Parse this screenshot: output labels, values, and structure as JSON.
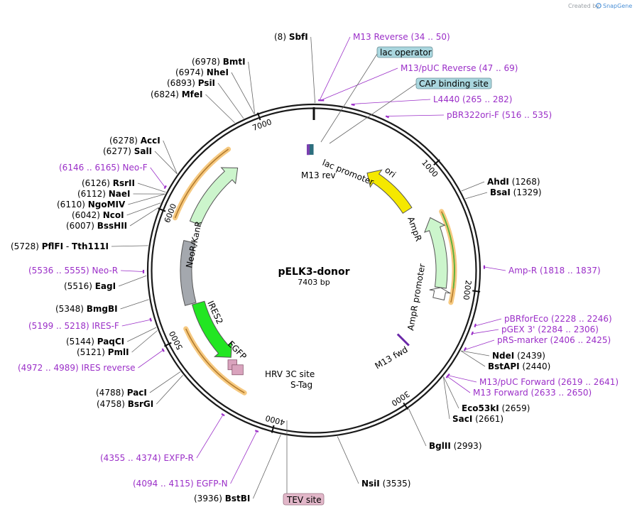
{
  "credit": {
    "prefix": "Created by",
    "brand": "SnapGene"
  },
  "plasmid": {
    "name": "pELK3-donor",
    "length_label": "7403 bp",
    "length": 7403
  },
  "ring_ticks": [
    {
      "pos": 1000,
      "label": "1000"
    },
    {
      "pos": 2000,
      "label": "2000"
    },
    {
      "pos": 3000,
      "label": "3000"
    },
    {
      "pos": 4000,
      "label": "4000"
    },
    {
      "pos": 5000,
      "label": "5000"
    },
    {
      "pos": 6000,
      "label": "6000"
    },
    {
      "pos": 7000,
      "label": "7000"
    }
  ],
  "colors": {
    "ori": "#f5e800",
    "resistance": "#ccf5cc",
    "egfp": "#22e622",
    "ires": "#a4a8ae",
    "promoter": "#ffffff",
    "primer": "#9b2fc8",
    "lac_operator_box": "#a9d6de",
    "tev_box": "#e2b7c9",
    "highlight": "#f5c06a"
  },
  "features": [
    {
      "name": "ori",
      "start": 589,
      "end": 1177,
      "kind": "ori",
      "dir": -1
    },
    {
      "name": "AmpR",
      "start": 1348,
      "end": 2008,
      "kind": "resistance",
      "dir": -1
    },
    {
      "name": "AmpR promoter",
      "start": 2009,
      "end": 2113,
      "kind": "promoter",
      "dir": -1
    },
    {
      "name": "NeoR/KanR",
      "start": 6000,
      "end": 6650,
      "kind": "resistance",
      "dir": 1
    },
    {
      "name": "IRES2",
      "start": 5240,
      "end": 5820,
      "kind": "ires",
      "dir": 0
    },
    {
      "name": "EGFP",
      "start": 4600,
      "end": 5230,
      "kind": "egfp",
      "dir": -1
    },
    {
      "name": "HRV 3C site",
      "start": 4540,
      "end": 4570,
      "kind": "site",
      "dir": 0
    },
    {
      "name": "S-Tag",
      "start": 4460,
      "end": 4520,
      "kind": "site",
      "dir": 0
    },
    {
      "name": "lac promoter",
      "start": 7345,
      "end": 7400,
      "kind": "site",
      "dir": 0
    },
    {
      "name": "M13 rev",
      "start": 7330,
      "end": 7343,
      "kind": "site",
      "dir": 0
    }
  ],
  "feature_labels": {
    "lac_promoter": "lac promoter",
    "m13_rev": "M13 rev",
    "ori": "ori",
    "ampr": "AmpR",
    "ampr_promoter": "AmpR promoter",
    "m13_fwd": "M13 fwd",
    "neo": "NeoR/KanR",
    "ires2": "IRES2",
    "egfp": "EGFP",
    "hrv": "HRV 3C site",
    "stag": "S-Tag"
  },
  "boxed_labels": {
    "lac_operator": "lac operator",
    "cap_site": "CAP binding site",
    "tev_site": "TEV site"
  },
  "enzymes": [
    {
      "name": "SbfI",
      "position": "(8)",
      "site": 8,
      "side": "L"
    },
    {
      "name": "BmtI",
      "position": "(6978)",
      "site": 6978,
      "side": "L"
    },
    {
      "name": "NheI",
      "position": "(6974)",
      "site": 6974,
      "side": "L"
    },
    {
      "name": "PsiI",
      "position": "(6893)",
      "site": 6893,
      "side": "L"
    },
    {
      "name": "MfeI",
      "position": "(6824)",
      "site": 6824,
      "side": "L"
    },
    {
      "name": "AccI",
      "position": "(6278)",
      "site": 6278,
      "side": "L"
    },
    {
      "name": "SalI",
      "position": "(6277)",
      "site": 6277,
      "side": "L"
    },
    {
      "name": "RsrII",
      "position": "(6126)",
      "site": 6126,
      "side": "L"
    },
    {
      "name": "NaeI",
      "position": "(6112)",
      "site": 6112,
      "side": "L"
    },
    {
      "name": "NgoMIV",
      "position": "(6110)",
      "site": 6110,
      "side": "L"
    },
    {
      "name": "NcoI",
      "position": "(6042)",
      "site": 6042,
      "side": "L"
    },
    {
      "name": "BssHII",
      "position": "(6007)",
      "site": 6007,
      "side": "L"
    },
    {
      "name": "PflFI - Tth111I",
      "position": "(5728)",
      "site": 5728,
      "side": "L"
    },
    {
      "name": "EagI",
      "position": "(5516)",
      "site": 5516,
      "side": "L"
    },
    {
      "name": "BmgBI",
      "position": "(5348)",
      "site": 5348,
      "side": "L"
    },
    {
      "name": "PaqCI",
      "position": "(5144)",
      "site": 5144,
      "side": "L"
    },
    {
      "name": "PmlI",
      "position": "(5121)",
      "site": 5121,
      "side": "L"
    },
    {
      "name": "PacI",
      "position": "(4788)",
      "site": 4788,
      "side": "L"
    },
    {
      "name": "BsrGI",
      "position": "(4758)",
      "site": 4758,
      "side": "L"
    },
    {
      "name": "BstBI",
      "position": "(3936)",
      "site": 3936,
      "side": "L"
    },
    {
      "name": "AhdI",
      "position": "(1268)",
      "site": 1268,
      "side": "R"
    },
    {
      "name": "BsaI",
      "position": "(1329)",
      "site": 1329,
      "side": "R"
    },
    {
      "name": "NdeI",
      "position": "(2439)",
      "site": 2439,
      "side": "R"
    },
    {
      "name": "BstAPI",
      "position": "(2440)",
      "site": 2440,
      "side": "R"
    },
    {
      "name": "Eco53kI",
      "position": "(2659)",
      "site": 2659,
      "side": "R"
    },
    {
      "name": "SacI",
      "position": "(2661)",
      "site": 2661,
      "side": "R"
    },
    {
      "name": "BglII",
      "position": "(2993)",
      "site": 2993,
      "side": "R"
    },
    {
      "name": "NsiI",
      "position": "(3535)",
      "site": 3535,
      "side": "R"
    }
  ],
  "primers": [
    {
      "name": "M13 Reverse",
      "range": "(34 .. 50)",
      "site": 42,
      "side": "R"
    },
    {
      "name": "M13/pUC Reverse",
      "range": "(47 .. 69)",
      "site": 58,
      "side": "R"
    },
    {
      "name": "L4440",
      "range": "(265 .. 282)",
      "site": 273,
      "side": "R"
    },
    {
      "name": "pBR322ori-F",
      "range": "(516 .. 535)",
      "site": 525,
      "side": "R"
    },
    {
      "name": "Amp-R",
      "range": "(1818 .. 1837)",
      "site": 1827,
      "side": "R"
    },
    {
      "name": "pBRforEco",
      "range": "(2228 .. 2246)",
      "site": 2237,
      "side": "R"
    },
    {
      "name": "pGEX 3'",
      "range": "(2284 .. 2306)",
      "site": 2295,
      "side": "R"
    },
    {
      "name": "pRS-marker",
      "range": "(2406 .. 2425)",
      "site": 2415,
      "side": "R"
    },
    {
      "name": "M13/pUC Forward",
      "range": "(2619 .. 2641)",
      "site": 2630,
      "side": "R"
    },
    {
      "name": "M13 Forward",
      "range": "(2633 .. 2650)",
      "site": 2641,
      "side": "R"
    },
    {
      "name": "Neo-F",
      "range": "(6146 .. 6165)",
      "site": 6155,
      "side": "L"
    },
    {
      "name": "Neo-R",
      "range": "(5536 .. 5555)",
      "site": 5545,
      "side": "L"
    },
    {
      "name": "IRES-F",
      "range": "(5199 .. 5218)",
      "site": 5208,
      "side": "L"
    },
    {
      "name": "IRES reverse",
      "range": "(4972 .. 4989)",
      "site": 4980,
      "side": "L"
    },
    {
      "name": "EXFP-R",
      "range": "(4355 .. 4374)",
      "site": 4364,
      "side": "L"
    },
    {
      "name": "EGFP-N",
      "range": "(4094 .. 4115)",
      "site": 4104,
      "side": "L"
    }
  ]
}
